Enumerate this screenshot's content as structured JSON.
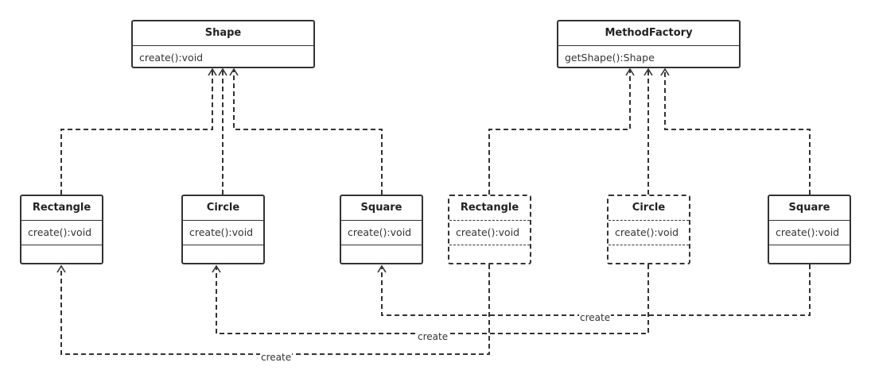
{
  "left_diagram": {
    "interface": {
      "name": "Shape",
      "operation": "create():void"
    },
    "classes": [
      {
        "name": "Rectangle",
        "operation": "create():void"
      },
      {
        "name": "Circle",
        "operation": "create():void"
      },
      {
        "name": "Square",
        "operation": "create():void"
      }
    ]
  },
  "right_diagram": {
    "interface": {
      "name": "MethodFactory",
      "operation": "getShape():Shape"
    },
    "classes": [
      {
        "name": "Rectangle",
        "operation": "create():void"
      },
      {
        "name": "Circle",
        "operation": "create():void"
      },
      {
        "name": "Square",
        "operation": "create():void"
      }
    ]
  },
  "dependency_labels": [
    "create",
    "create",
    "create"
  ]
}
